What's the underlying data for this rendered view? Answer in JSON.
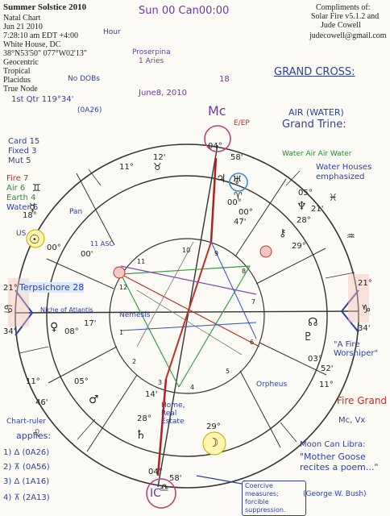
{
  "header": {
    "title": "Summer Solstice 2010",
    "subtitle": "Natal Chart",
    "date": "Jun 21 2010",
    "time": "7:28:10 am  EDT +4:00",
    "location": "White House, DC",
    "coords": "38°N53'50\" 077°W02'13\"",
    "system_1": "Geocentric",
    "system_2": "Tropical",
    "system_3": "Placidus",
    "system_4": "True Node"
  },
  "compliments": {
    "line1": "Compliments of:",
    "line2": "Solar Fire v5.1.2 and",
    "line3": "Jude Cowell",
    "email": "judecowell@gmail.com"
  },
  "tallies": {
    "card": "Card 15",
    "fixed": "Fixed 3",
    "mut": "Mut 5",
    "fire": "Fire 7",
    "air": "Air 6",
    "earth": "Earth 4",
    "water": "Water 6"
  },
  "notes": {
    "sun_cancer": "Sun 00 Can00:00",
    "hour_lord": "Hour",
    "no_dobs": "No DOBs",
    "first_qtr": "1st Qtr 119°34'",
    "sun_moon_midpoint": "(0A26)",
    "proserpina": "Proserpina",
    "aries_one": "1 Aries",
    "date_june8": "June8, 2010",
    "aries_18": "18",
    "grand_cross_title": "GRAND CROSS:",
    "air_water": "AIR (WATER)",
    "grand_trine": "Grand Trine:",
    "water_air": "Water  Air  Air  Water",
    "water_houses": "Water Houses emphasized",
    "terpsichore": "Terpsichore 28",
    "niche_atlantis": "Niche of Atlantis",
    "pan_label": "Pan",
    "asc_label": "11 ASC",
    "home_real_estate": "Home, Real Estate",
    "a_fire_worshiper": "\"A Fire Worshiper\"",
    "fire_grand": "Fire Grand",
    "mc_vx": "Mc, Vx",
    "moon_libra": "Moon Can Libra:",
    "mother_goose": "\"Mother Goose recites a poem...\"",
    "george_bush": "(George W. Bush)",
    "coercive": "Coercive measures; forcible suppression.",
    "chart_ruler": "Chart-ruler",
    "applies": "applies:",
    "asp1": "1) Δ (0A26)",
    "asp2": "2) ⊼ (0A56)",
    "asp3": "3) Δ (1A16)",
    "asp4": "4) ⊼ (2A13)",
    "us_label": "US",
    "ep_label": "E/EP",
    "mc_label": "Mc",
    "ic_label": "IC",
    "orpheus": "Orpheus",
    "nemesis": "Nemesis"
  },
  "wheel_labels": {
    "mc_degree": "04°",
    "mc_minute": "58'",
    "ic_degree": "04°",
    "ic_minute": "58'",
    "asc_degree": "21°",
    "asc_minute": "34'",
    "dsc_degree": "21°",
    "dsc_minute": "34'",
    "cusp_11": "11°",
    "cusp_12min": "12'",
    "cusp_2": "11°",
    "cusp_2min": "46'",
    "cusp_8": "05°",
    "cusp_8min": "21'",
    "sun_deg": "00°",
    "sun_min": "00'",
    "merc_deg": "18°",
    "venus_deg": "08°",
    "venus_min": "17'",
    "mars_deg": "05°",
    "moon_deg": "29°",
    "saturn_deg": "28°",
    "saturn_min": "14'",
    "jupiter_deg": "00°",
    "uranus_deg": "00°",
    "uranus_min": "47'",
    "neptune_deg": "28°",
    "pluto_deg": "03°",
    "node_deg": "11°",
    "node_min": "52'",
    "chiron_deg": "29°",
    "house_numbers": [
      "10",
      "11",
      "12",
      "1",
      "2",
      "3",
      "4",
      "5",
      "6",
      "7",
      "8",
      "9"
    ]
  }
}
